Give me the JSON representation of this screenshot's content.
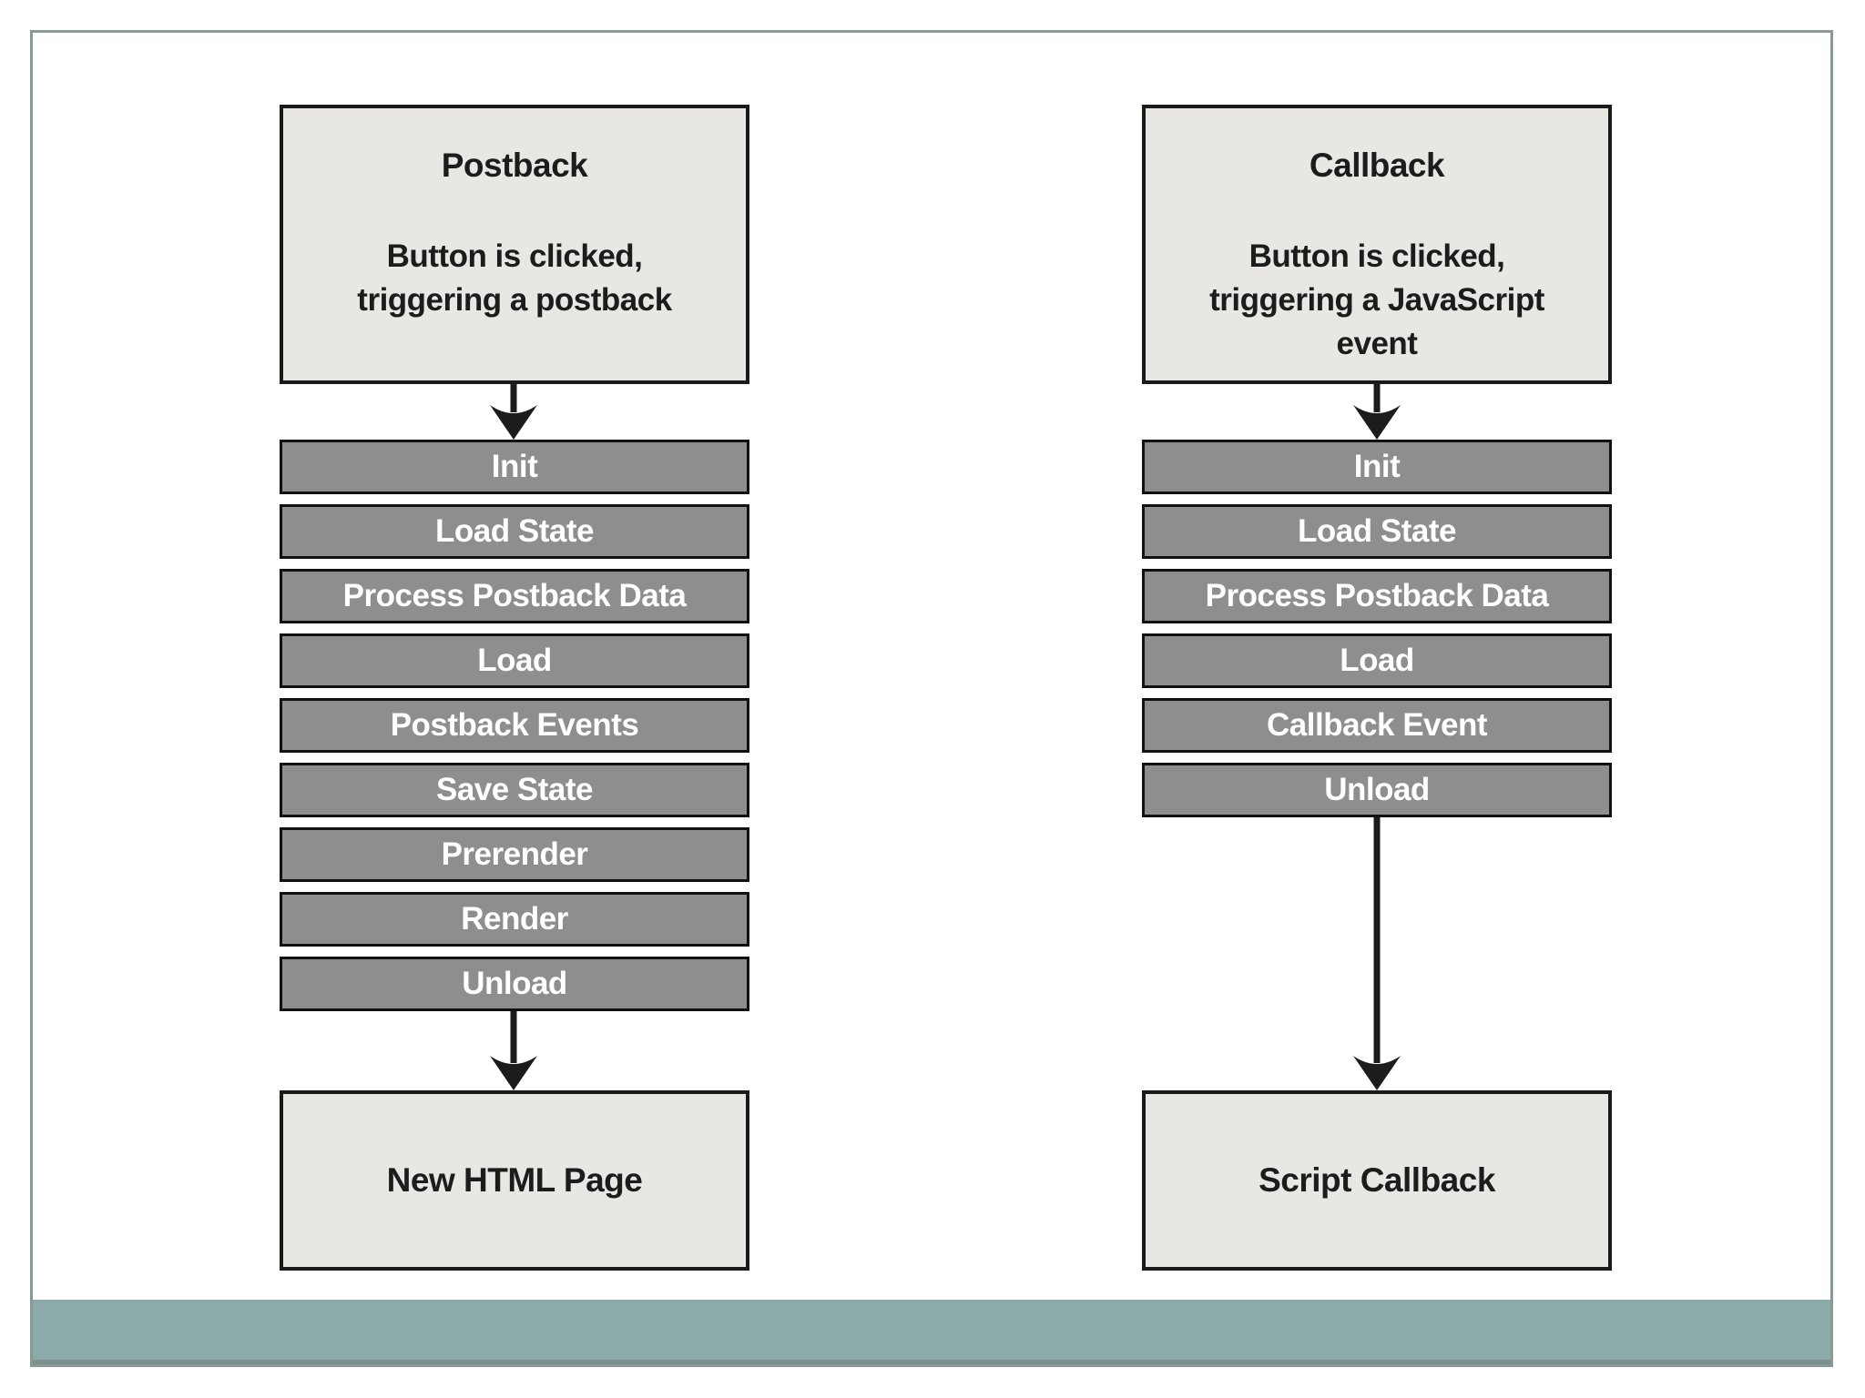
{
  "figure": {
    "kind": "page-lifecycle-comparison-diagram",
    "columns": [
      {
        "id": "postback",
        "header": {
          "title": "Postback",
          "body": "Button is clicked,\ntriggering a postback"
        },
        "stages": [
          "Init",
          "Load State",
          "Process Postback Data",
          "Load",
          "Postback Events",
          "Save State",
          "Prerender",
          "Render",
          "Unload"
        ],
        "result": "New HTML Page"
      },
      {
        "id": "callback",
        "header": {
          "title": "Callback",
          "body": "Button is clicked,\ntriggering a JavaScript\nevent"
        },
        "stages": [
          "Init",
          "Load State",
          "Process Postback Data",
          "Load",
          "Callback Event",
          "Unload"
        ],
        "result": "Script Callback"
      }
    ],
    "colors": {
      "frame_border": "#879a95",
      "footer_bar": "#8caaa8",
      "footer_bar_edge": "#7b918f",
      "stage_fill": "#8e8e8e",
      "stage_border": "#111111",
      "stage_text": "#ffffff",
      "box_fill": "#e8e7e4",
      "box_border": "#1a1a1a",
      "text": "#1c1c1c",
      "arrow": "#1c1c1c",
      "background": "#ffffff"
    }
  }
}
